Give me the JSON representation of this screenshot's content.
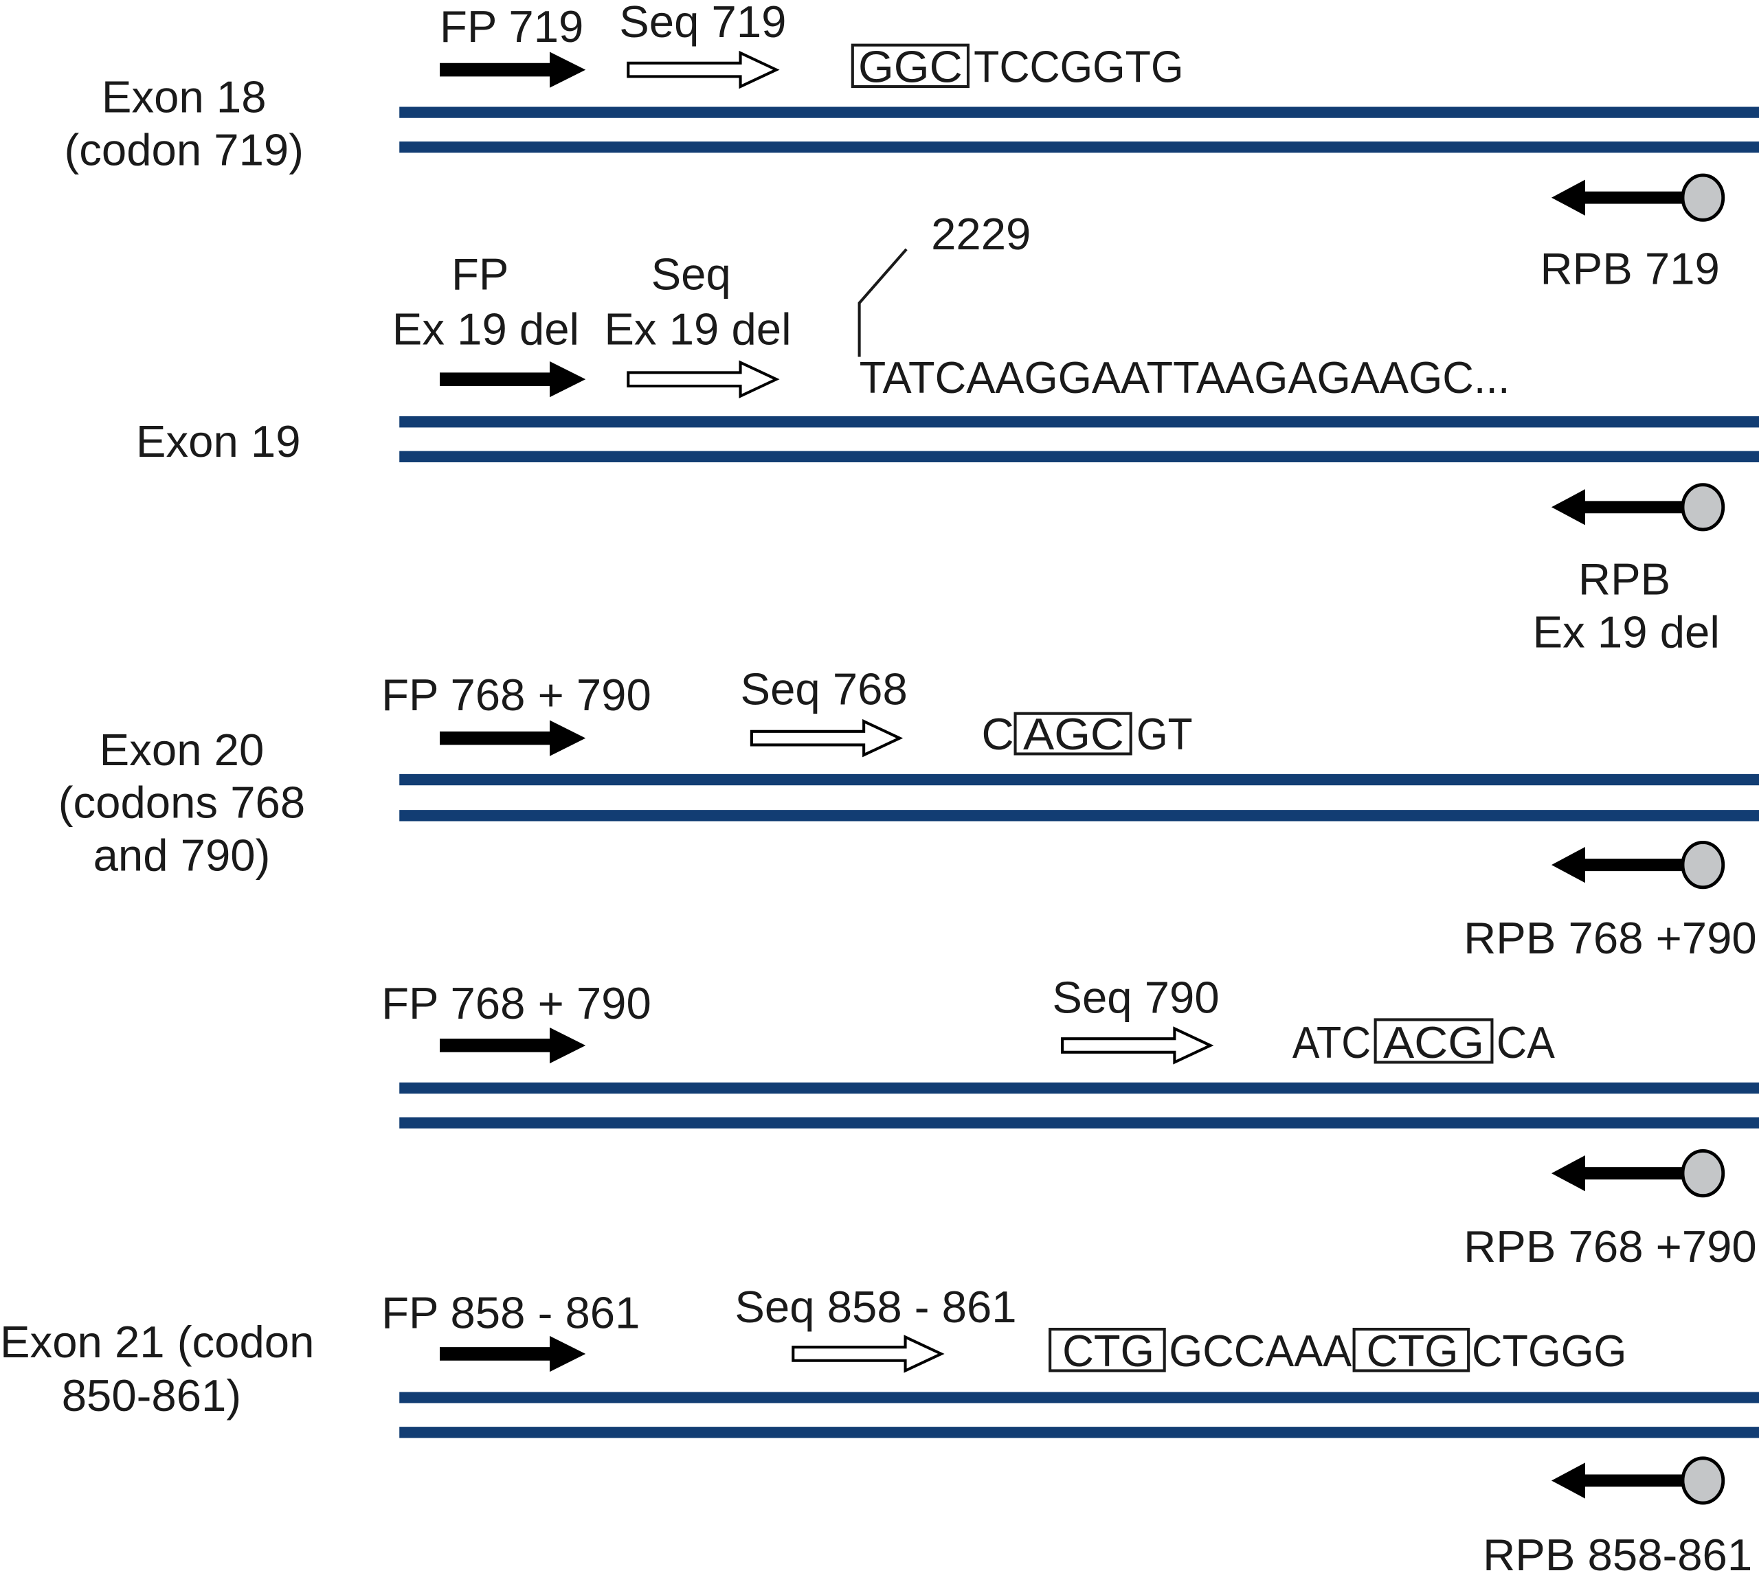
{
  "colors": {
    "strand": "#123d73",
    "bead": "#c4c6c8",
    "forward_primer": "#000000"
  },
  "panels": [
    {
      "exon_label": [
        "Exon 18",
        "(codon 719)"
      ],
      "forward_primer": "FP 719",
      "sequencing_primer": "Seq 719",
      "sequence": [
        {
          "text": "GGC",
          "boxed": true
        },
        {
          "text": "TCCGGTG",
          "boxed": false
        }
      ],
      "reverse_primer": "RPB 719"
    },
    {
      "exon_label": [
        "Exon 19"
      ],
      "forward_primer": [
        "FP",
        "Ex 19 del"
      ],
      "sequencing_primer": [
        "Seq",
        "Ex 19 del"
      ],
      "position_marker": "2229",
      "sequence": [
        {
          "text": "TATCAAGGAATTAAGAGAAGC...",
          "boxed": false
        }
      ],
      "reverse_primer": [
        "RPB",
        "Ex 19 del"
      ]
    },
    {
      "exon_label": [
        "Exon 20",
        "(codons 768",
        "and 790)"
      ],
      "forward_primer": "FP 768 + 790",
      "sequencing_primer": "Seq 768",
      "sequence": [
        {
          "text": "C",
          "boxed": false
        },
        {
          "text": "AGC",
          "boxed": true
        },
        {
          "text": "GT",
          "boxed": false
        }
      ],
      "reverse_primer": "RPB 768 +790"
    },
    {
      "forward_primer": "FP 768 + 790",
      "sequencing_primer": "Seq 790",
      "sequence": [
        {
          "text": "ATC",
          "boxed": false
        },
        {
          "text": "ACG",
          "boxed": true
        },
        {
          "text": "CA",
          "boxed": false
        }
      ],
      "reverse_primer": "RPB 768 +790"
    },
    {
      "exon_label": [
        "Exon 21 (codon",
        "850-861)"
      ],
      "forward_primer": "FP 858 - 861",
      "sequencing_primer": "Seq 858 - 861",
      "sequence": [
        {
          "text": "CTG",
          "boxed": true
        },
        {
          "text": "GCCAAA",
          "boxed": false
        },
        {
          "text": "CTG",
          "boxed": true
        },
        {
          "text": "CTGGG",
          "boxed": false
        }
      ],
      "reverse_primer": "RPB 858-861"
    }
  ]
}
